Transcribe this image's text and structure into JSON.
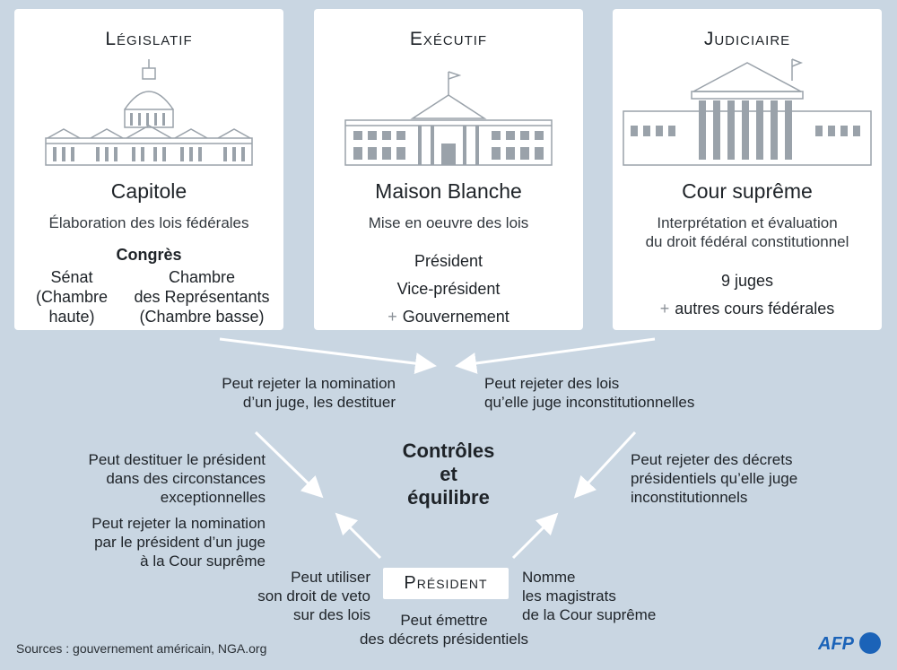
{
  "legislatif": {
    "title": "Législatif",
    "building": "Capitole",
    "role": "Élaboration des lois fédérales",
    "body": "Congrès",
    "senate": [
      "Sénat",
      "(Chambre",
      "haute)"
    ],
    "house": [
      "Chambre",
      "des Représentants",
      "(Chambre basse)"
    ]
  },
  "executif": {
    "title": "Exécutif",
    "building": "Maison Blanche",
    "role": "Mise en oeuvre des lois",
    "members": [
      "Président",
      "Vice-président",
      "Gouvernement"
    ],
    "plus_icon": "plus-icon"
  },
  "judiciaire": {
    "title": "Judiciaire",
    "building": "Cour suprême",
    "role": [
      "Interprétation et évaluation",
      "du droit fédéral constitutionnel"
    ],
    "members": [
      "9 juges",
      "autres cours fédérales"
    ],
    "plus_icon": "plus-icon"
  },
  "center": {
    "title": [
      "Contrôles",
      "et",
      "équilibre"
    ]
  },
  "checks": {
    "leg_on_jud": [
      "Peut rejeter la nomination",
      "d’un juge, les destituer"
    ],
    "jud_on_leg": [
      "Peut rejeter des lois",
      "qu’elle juge inconstitutionnelles"
    ],
    "leg_on_exec_1": [
      "Peut destituer le président",
      "dans des circonstances",
      "exceptionnelles"
    ],
    "leg_on_exec_2": [
      "Peut rejeter la nomination",
      "par le président d’un juge",
      "à la Cour suprême"
    ],
    "jud_on_exec": [
      "Peut rejeter des décrets",
      "présidentiels qu’elle juge",
      "inconstitutionnels"
    ],
    "veto": [
      "Peut utiliser",
      "son droit de veto",
      "sur des lois"
    ],
    "decrees": [
      "Peut émettre",
      "des décrets présidentiels"
    ],
    "appoint": [
      "Nomme",
      "les magistrats",
      "de la Cour suprême"
    ]
  },
  "president_label": "Président",
  "source": "Sources : gouvernement américain, NGA.org",
  "logo_text": "AFP",
  "colors": {
    "background": "#c9d6e2",
    "panel": "#ffffff",
    "arrow": "#ffffff",
    "building": "#9aa2aa",
    "logo": "#1b63b8"
  }
}
